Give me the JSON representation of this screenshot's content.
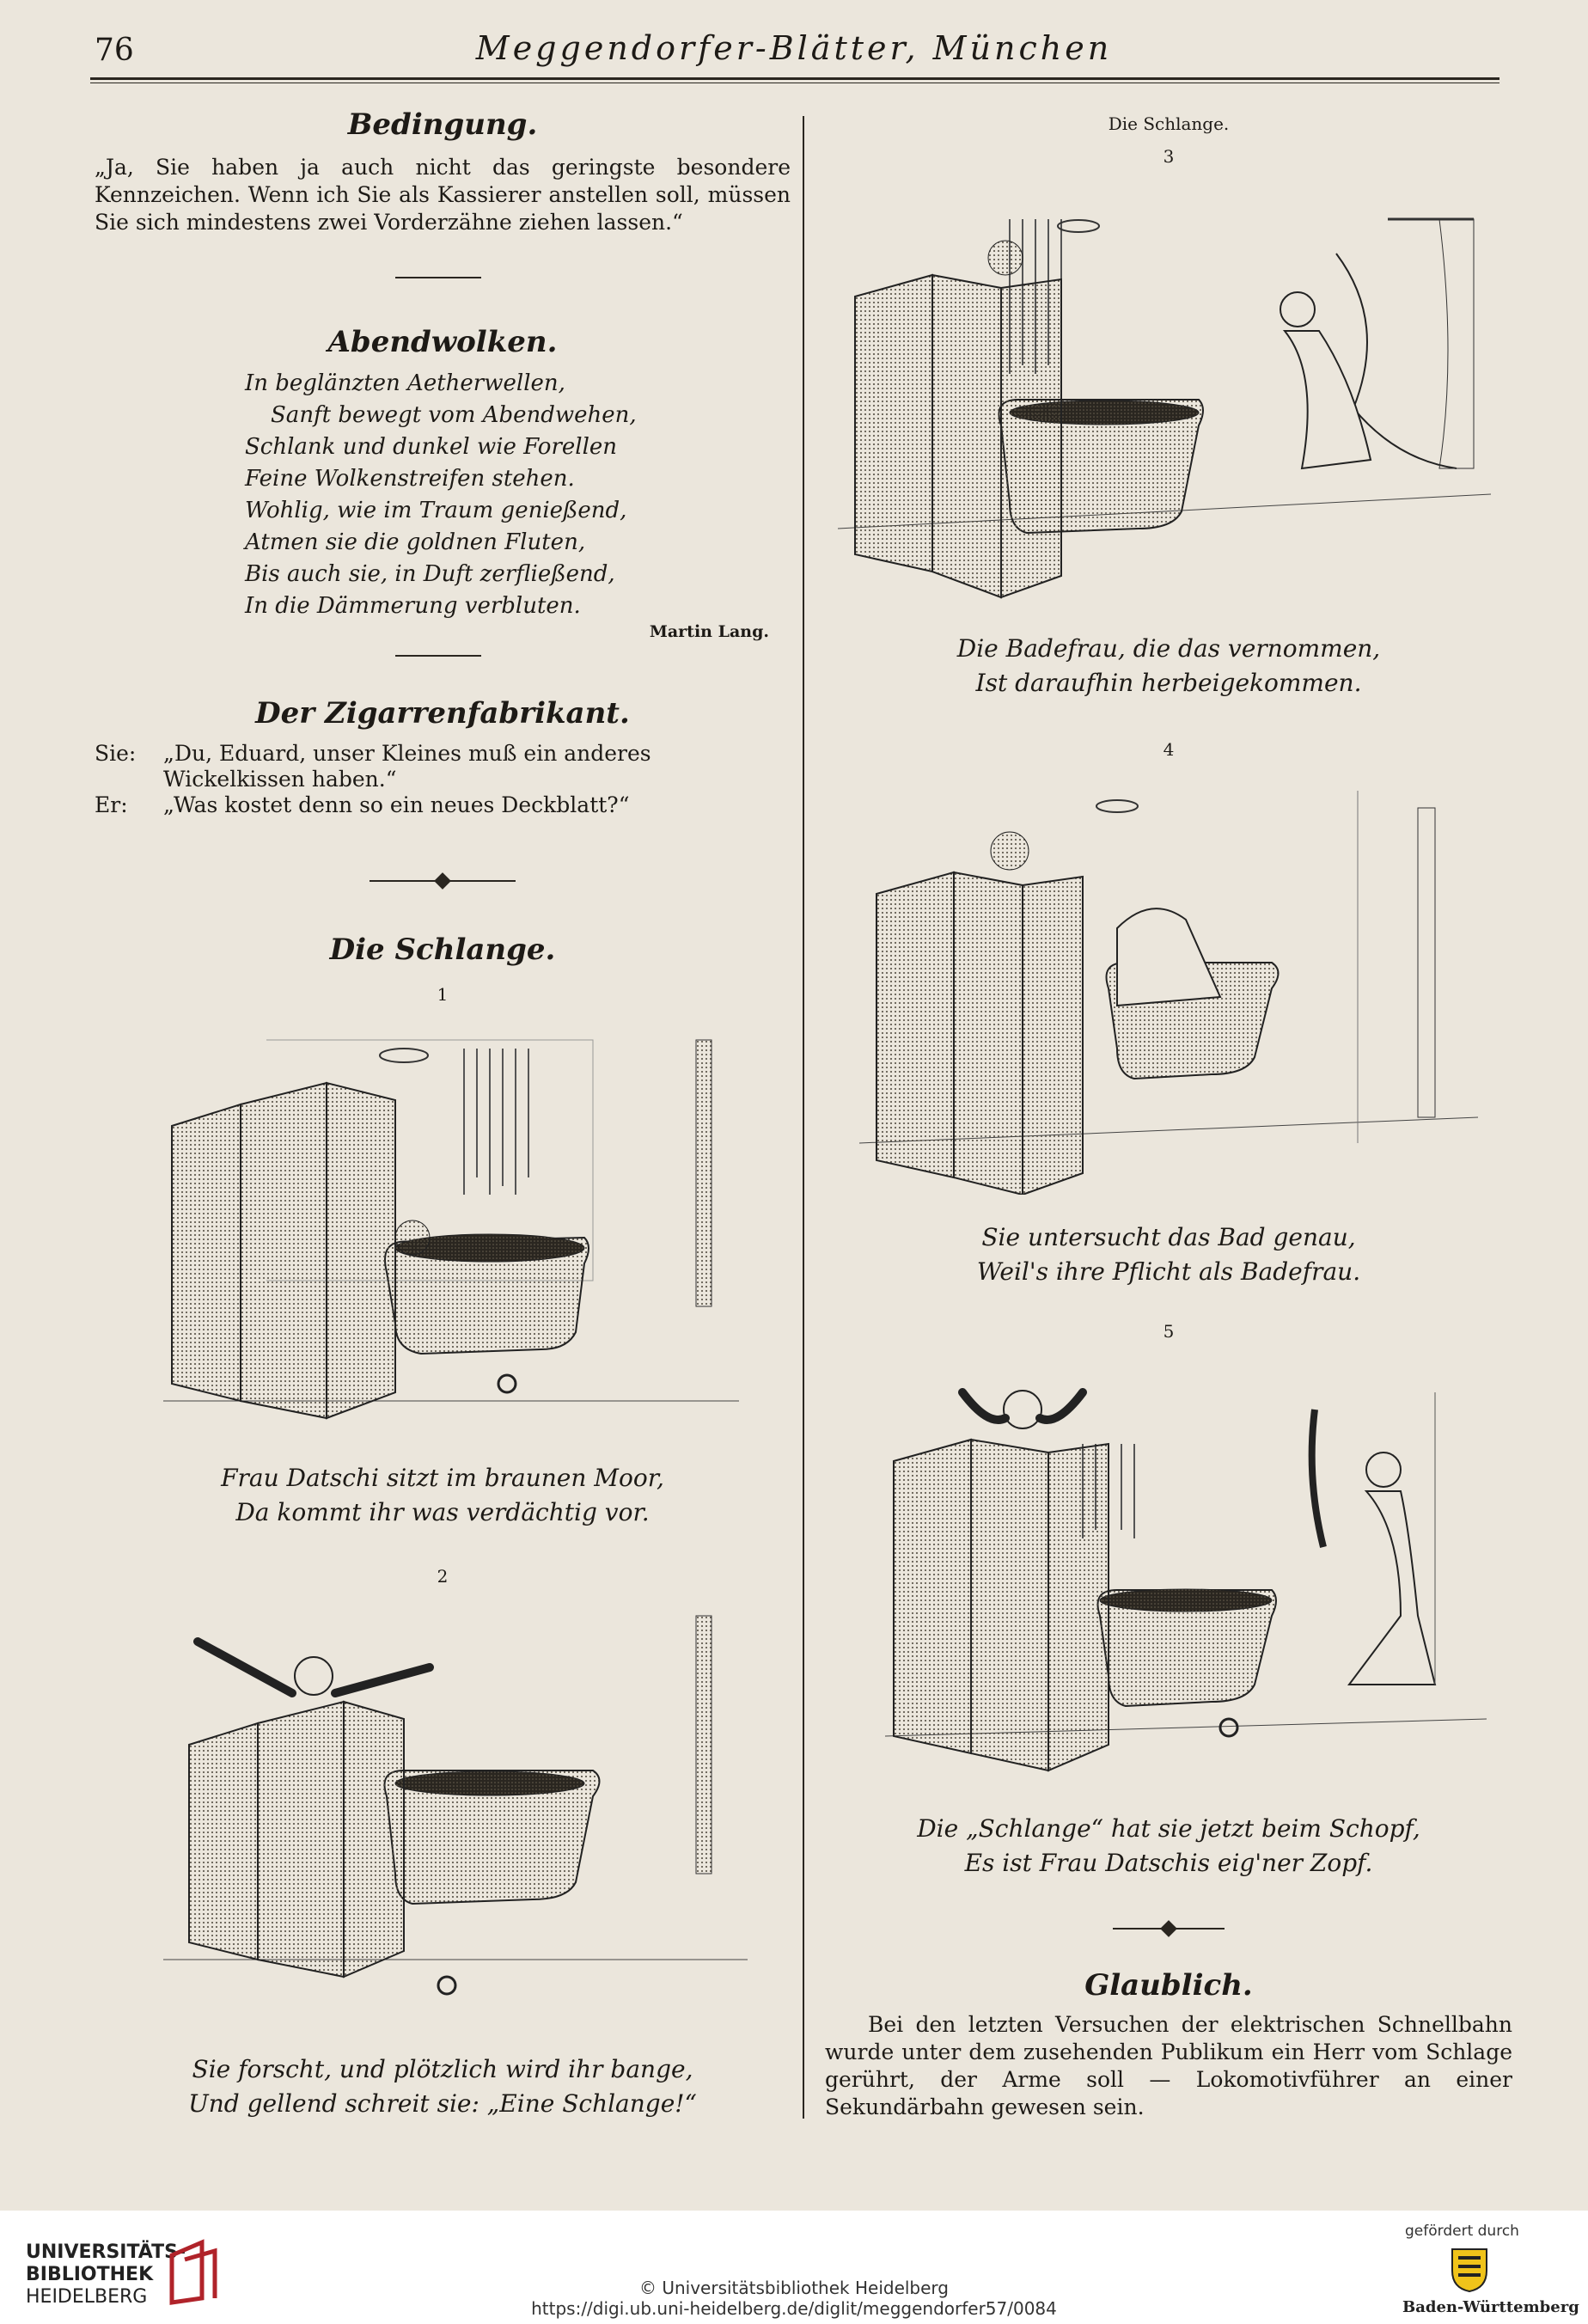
{
  "header": {
    "page_number": "76",
    "title": "Meggendorfer-Blätter, München"
  },
  "bedingung": {
    "title": "Bedingung.",
    "text": "„Ja, Sie haben ja auch nicht das geringste besondere Kennzeichen. Wenn ich Sie als Kassierer anstellen soll, müssen Sie sich mindestens zwei Vorderzähne ziehen lassen.“"
  },
  "abendwolken": {
    "title": "Abendwolken.",
    "lines": [
      "In beglänzten Aetherwellen,",
      "Sanft bewegt vom Abendwehen,",
      "Schlank und dunkel wie Forellen",
      "Feine Wolkenstreifen stehen.",
      "Wohlig, wie im Traum genießend,",
      "Atmen sie die goldnen Fluten,",
      "Bis auch sie, in Duft zerfließend,",
      "In die Dämmerung verbluten."
    ],
    "author": "Martin Lang."
  },
  "zigarren": {
    "title": "Der Zigarrenfabrikant.",
    "line1_speaker": "Sie:",
    "line1": "„Du, Eduard, unser Kleines muß ein anderes Wickelkissen haben.“",
    "line2_speaker": "Er:",
    "line2": "„Was kostet denn so ein neues Deckblatt?“"
  },
  "schlange": {
    "title": "Die Schlange.",
    "header_right": "Die Schlange.",
    "panels": [
      {
        "num": "1",
        "caption1": "Frau Datschi sitzt im braunen Moor,",
        "caption2": "Da kommt ihr was verdächtig vor."
      },
      {
        "num": "2",
        "caption1": "Sie forscht, und plötzlich wird ihr bange,",
        "caption2": "Und gellend schreit sie: „Eine Schlange!“"
      },
      {
        "num": "3",
        "caption1": "Die Badefrau, die das vernommen,",
        "caption2": "Ist daraufhin herbeigekommen."
      },
      {
        "num": "4",
        "caption1": "Sie untersucht das Bad genau,",
        "caption2": "Weil's ihre Pflicht als Badefrau."
      },
      {
        "num": "5",
        "caption1": "Die „Schlange“ hat sie jetzt beim Schopf,",
        "caption2": "Es ist Frau Datschis eig'ner Zopf."
      }
    ]
  },
  "glaublich": {
    "title": "Glaublich.",
    "text": "Bei den letzten Versuchen der elektrischen Schnellbahn wurde unter dem zusehenden Publikum ein Herr vom Schlage gerührt, der Arme soll — Lokomotivführer an einer Sekundärbahn gewesen sein."
  },
  "footer": {
    "library1": "UNIVERSITÄTS-",
    "library2": "BIBLIOTHEK",
    "library3": "HEIDELBERG",
    "copyright": "© Universitätsbibliothek Heidelberg",
    "url": "https://digi.ub.uni-heidelberg.de/diglit/meggendorfer57/0084",
    "funded_by": "gefördert durch",
    "state": "Baden-Württemberg"
  }
}
